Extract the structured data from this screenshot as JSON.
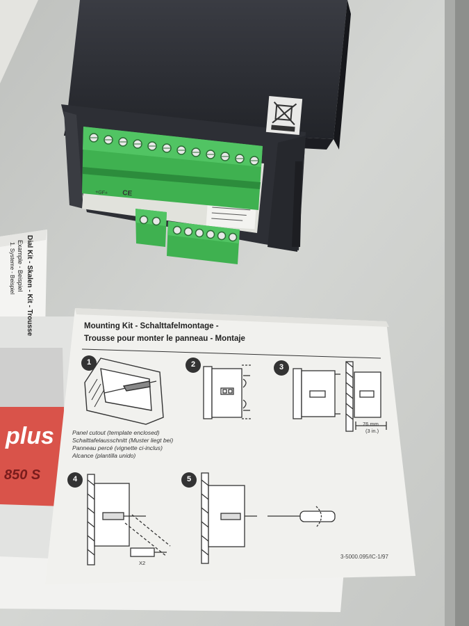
{
  "card": {
    "title_line1": "Mounting Kit - Schalttafelmontage -",
    "title_line2": "Trousse pour monter le panneau - Montaje",
    "step_numbers": [
      "1",
      "2",
      "3",
      "4",
      "5"
    ],
    "cutout_caption": [
      "Panel cutout (template enclosed)",
      "Schalttafelausschnitt (Muster liegt bei)",
      "Panneau percé (vignette ci-inclus)",
      "Alcance (plantilla unido)"
    ],
    "dimension_mm": "76 mm",
    "dimension_in": "(3 in.)",
    "quantity": "X2",
    "doc_ref": "3-5000.095/IC-1/97"
  },
  "booklet": {
    "lines": [
      "Dial Kit - Skalen - Kit - Trousse",
      "Example - Beispiel",
      "1. Systeme - Beispiel"
    ]
  },
  "box": {
    "brand_text": "plus",
    "model_text": "850 S"
  },
  "device": {
    "brand": "+GF+",
    "ce_mark": "CE"
  },
  "colors": {
    "terminal_green": "#3fb150",
    "device_body": "#2b2d33",
    "box_red": "#d9534a",
    "card_white": "#f1f1ee"
  }
}
